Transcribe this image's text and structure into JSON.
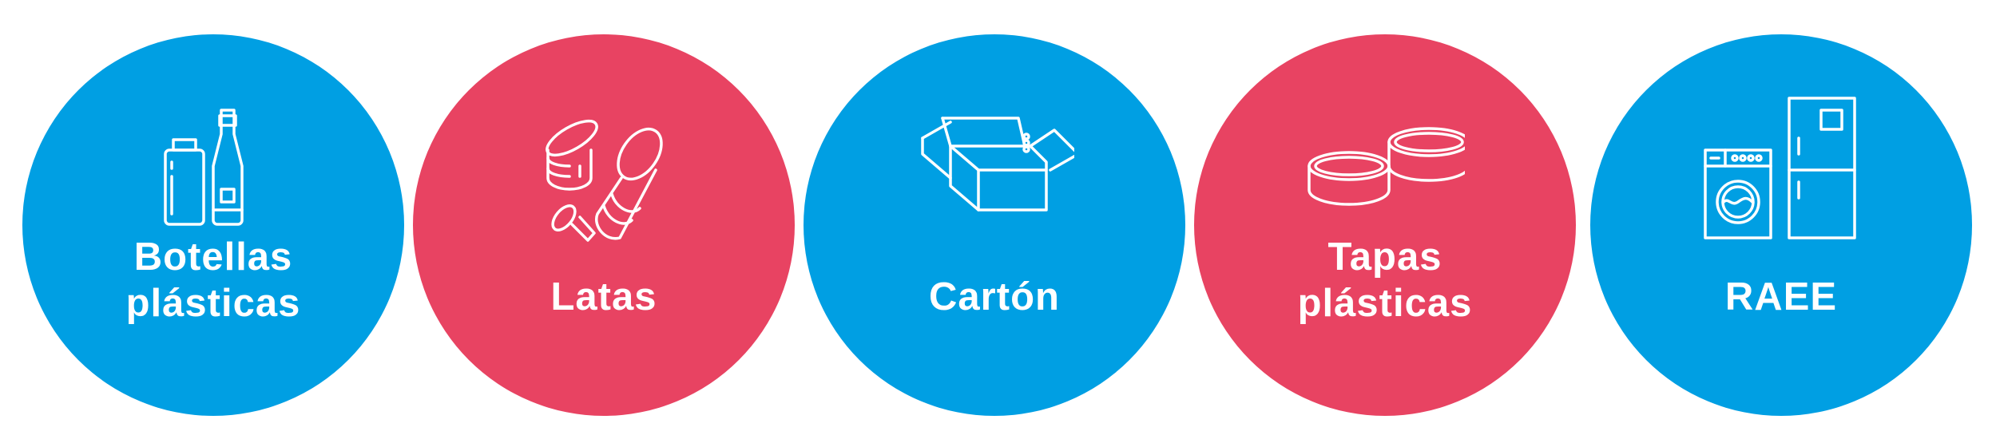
{
  "colors": {
    "blue": "#009fe3",
    "red": "#e84362"
  },
  "items": [
    {
      "label_line1": "Botellas",
      "label_line2": "plásticas",
      "icon": "bottles-icon",
      "color": "blue"
    },
    {
      "label_line1": "Latas",
      "label_line2": "",
      "icon": "cans-icon",
      "color": "red"
    },
    {
      "label_line1": "Cartón",
      "label_line2": "",
      "icon": "cardboard-box-icon",
      "color": "blue"
    },
    {
      "label_line1": "Tapas",
      "label_line2": "plásticas",
      "icon": "plastic-caps-icon",
      "color": "red"
    },
    {
      "label_line1": "RAEE",
      "label_line2": "",
      "icon": "appliances-icon",
      "color": "blue"
    }
  ]
}
